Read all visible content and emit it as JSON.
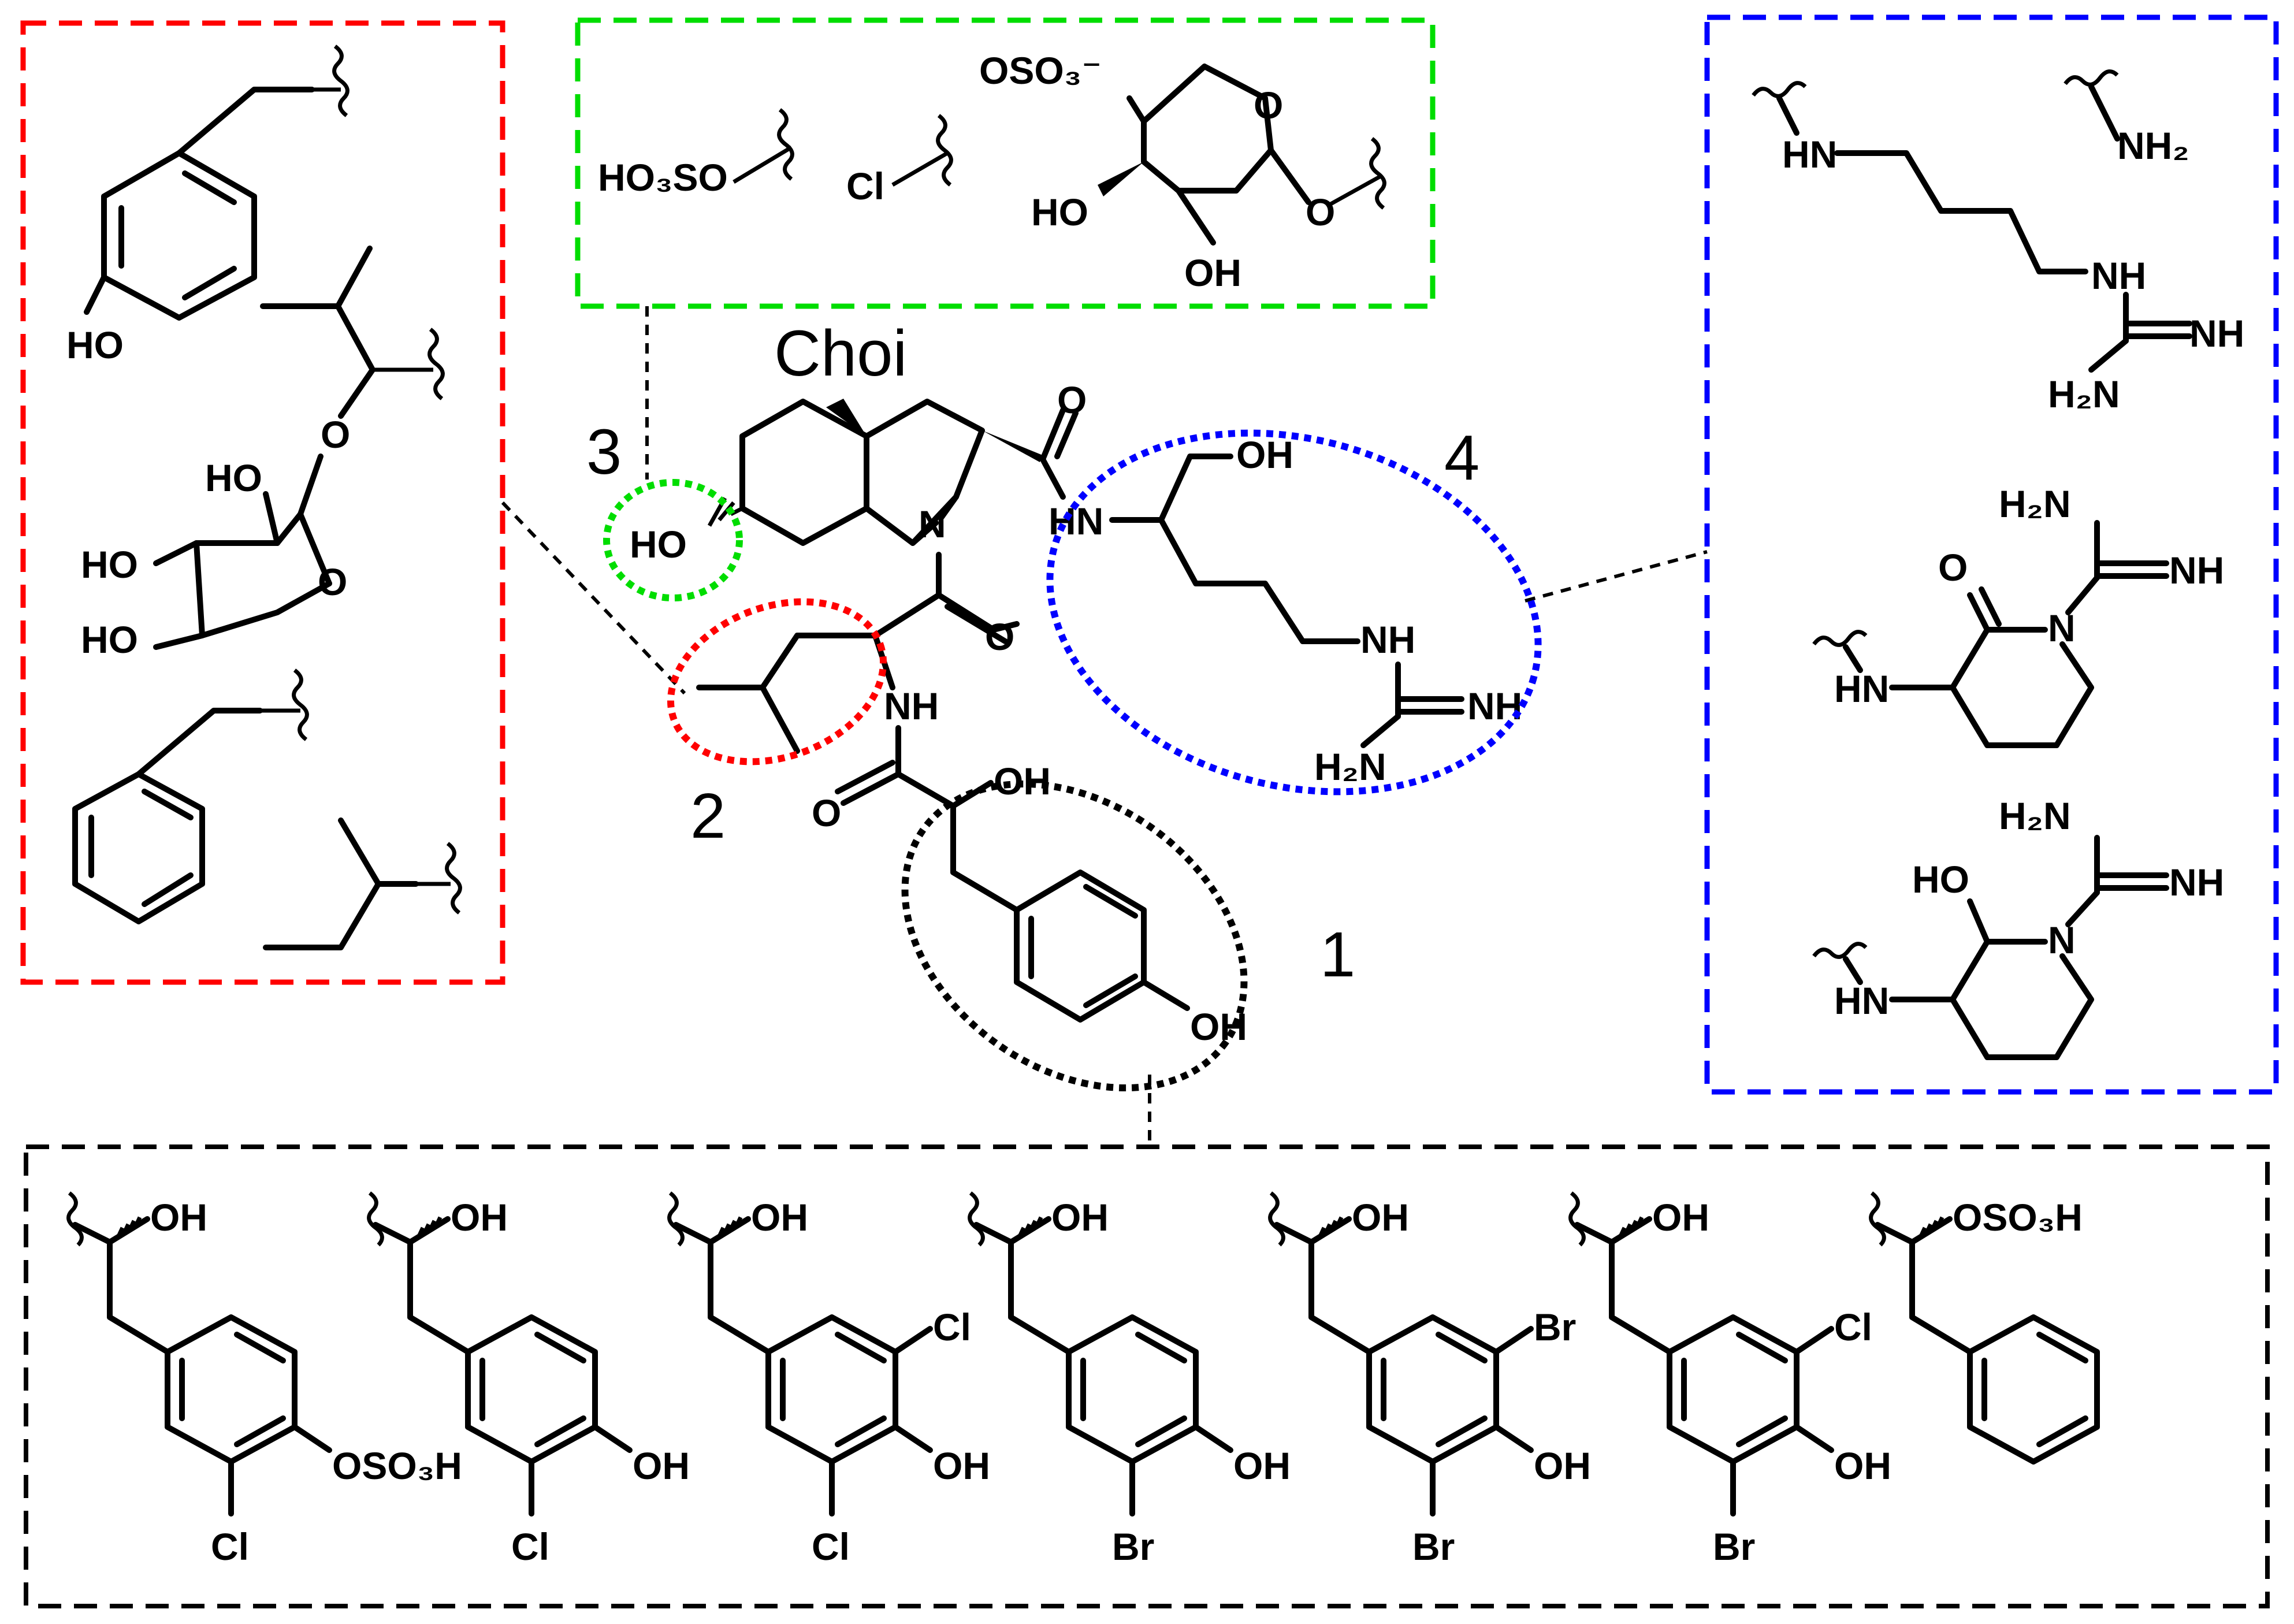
{
  "diagram": {
    "core_name": "Choi",
    "region_numbers": [
      "1",
      "2",
      "3",
      "4"
    ],
    "colors": {
      "region_1": "#000000",
      "region_2": "#ff0000",
      "region_3": "#00dd00",
      "region_4": "#0000ff"
    },
    "core_labels": {
      "ho_choi": "HO",
      "n_ring": "N",
      "o_carbonyl_top": "O",
      "o_carbonyl_mid": "O",
      "o_carbonyl_low": "O",
      "nh_amide": "NH",
      "hn_argol": "HN",
      "oh_argol": "OH",
      "nh_guan": "NH",
      "nh_guan_imine": "NH",
      "h2n_guan": "H₂N",
      "oh_lactate": "OH",
      "oh_phenol": "OH"
    },
    "box_region3": {
      "substituents": [
        "HO₃SO",
        "Cl"
      ],
      "sugar_labels": [
        "OSO₃⁻",
        "O",
        "HO",
        "O",
        "OH"
      ]
    },
    "box_region2": {
      "labels": [
        "HO",
        "O",
        "HO",
        "HO",
        "HO",
        "O"
      ]
    },
    "box_region4": {
      "labels": [
        "HN",
        "NH₂",
        "NH",
        "NH",
        "H₂N",
        "H₂N",
        "NH",
        "O",
        "N",
        "HN",
        "H₂N",
        "NH",
        "HO",
        "N",
        "HN"
      ]
    },
    "box_region1": {
      "variants": [
        {
          "oh": "OH",
          "sub1": "Cl",
          "sub2": "OSO₃H"
        },
        {
          "oh": "OH",
          "sub1": "Cl",
          "sub2": "OH"
        },
        {
          "oh": "OH",
          "sub1": "Cl",
          "sub2": "OH",
          "sub3": "Cl"
        },
        {
          "oh": "OH",
          "sub1": "Br",
          "sub2": "OH"
        },
        {
          "oh": "OH",
          "sub1": "Br",
          "sub2": "OH",
          "sub3": "Br"
        },
        {
          "oh": "OH",
          "sub1": "Br",
          "sub2": "OH",
          "sub3": "Cl"
        },
        {
          "oh": "OSO₃H"
        }
      ]
    }
  }
}
